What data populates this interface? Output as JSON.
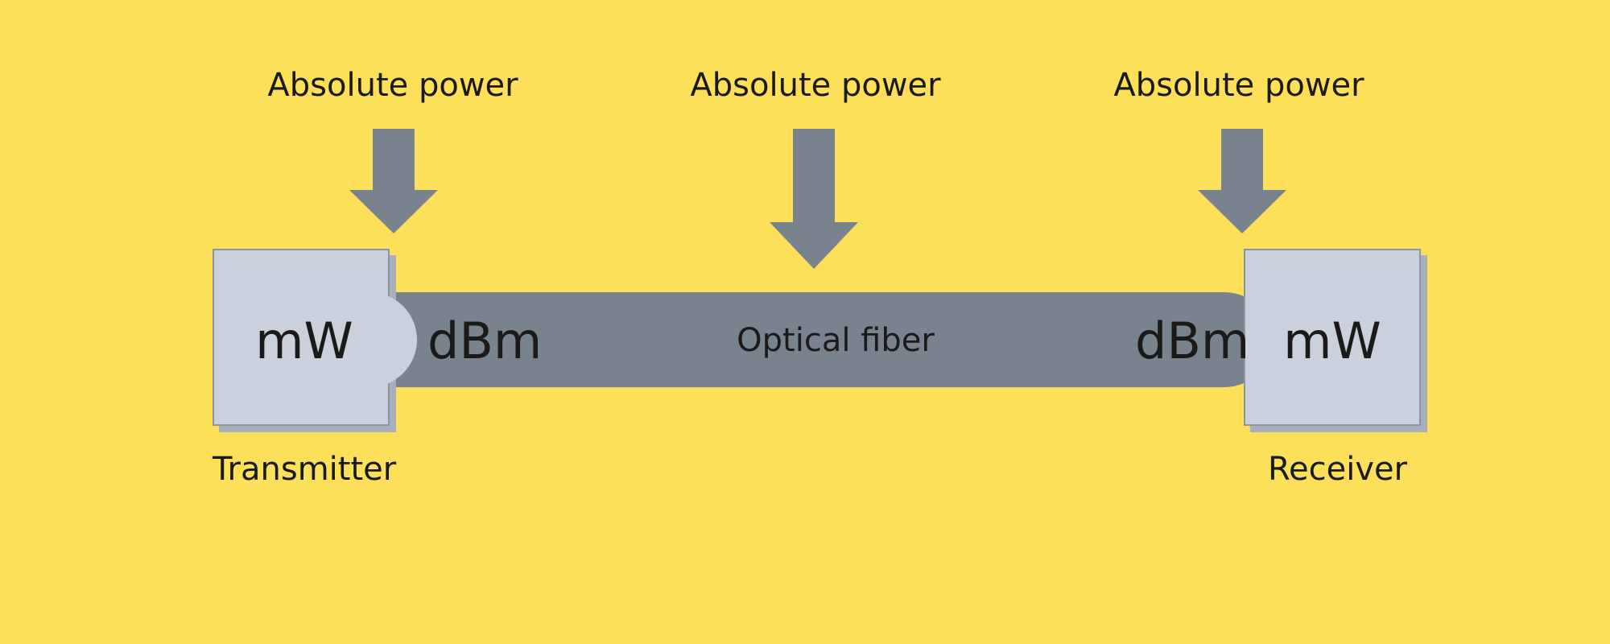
{
  "colors": {
    "background": "#FCE05A",
    "arrow": "#78838D",
    "fiber": "#78838D",
    "device_face": "#CBD1DC",
    "device_border": "#8C95A3",
    "device_shadow": "#A9B0BC",
    "text": "#1a1a1a"
  },
  "measurement_points": [
    {
      "label": "Absolute power",
      "icon": "down-arrow-icon"
    },
    {
      "label": "Absolute power",
      "icon": "down-arrow-icon"
    },
    {
      "label": "Absolute power",
      "icon": "down-arrow-icon"
    }
  ],
  "transmitter": {
    "name": "Transmitter",
    "unit": "mW"
  },
  "receiver": {
    "name": "Receiver",
    "unit": "mW"
  },
  "fiber": {
    "name": "Optical fiber",
    "unit_left": "dBm",
    "unit_right": "dBm"
  }
}
